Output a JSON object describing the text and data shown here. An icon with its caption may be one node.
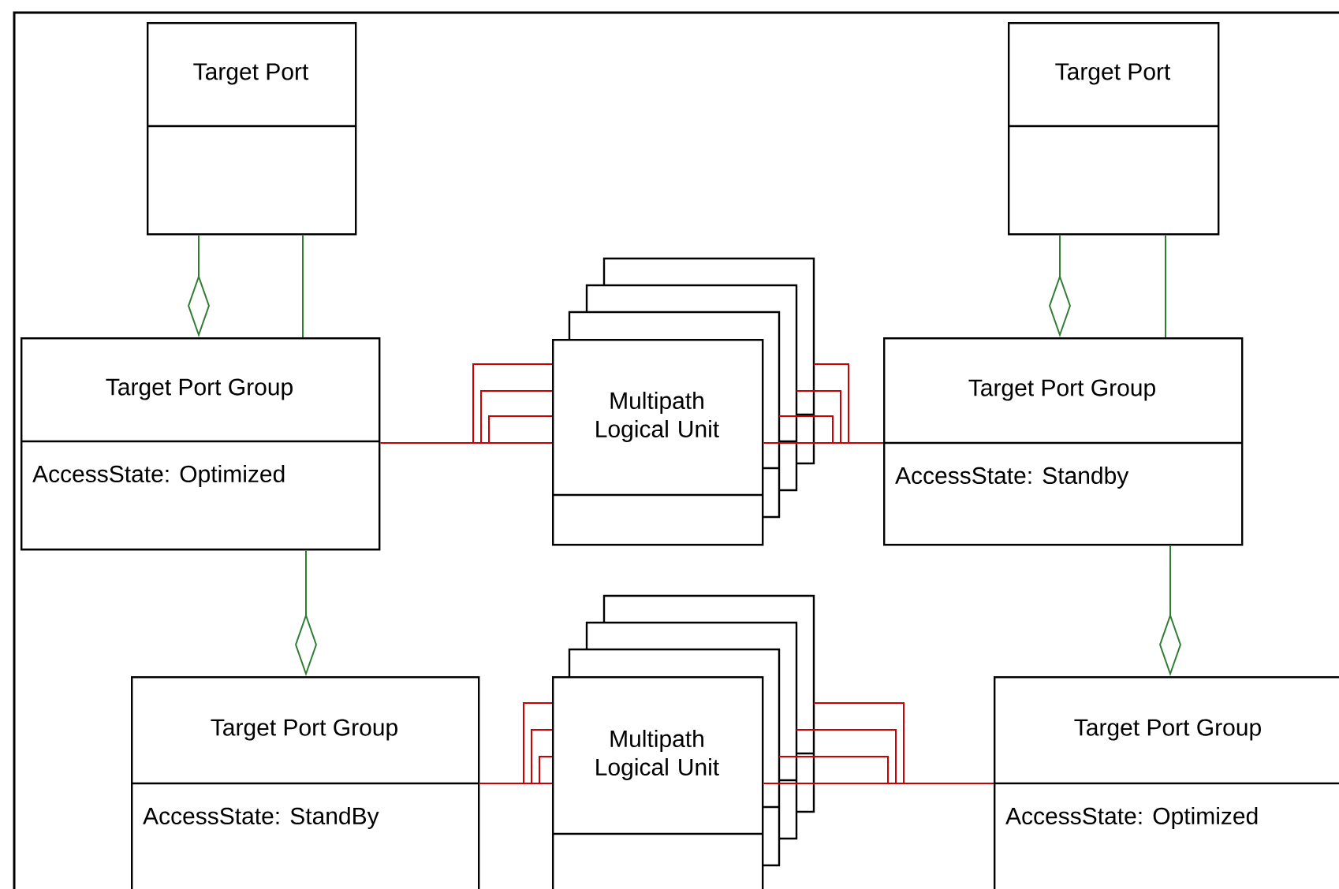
{
  "diagram": {
    "nodes": [
      {
        "text": [
          "Target Port"
        ]
      },
      {
        "text": [
          "Target Port"
        ]
      },
      {
        "text": [
          "Target Port Group",
          "AccessState: Optimized"
        ]
      },
      {
        "text": [
          "Multipath Logical Unit"
        ]
      },
      {
        "text": [
          "Target Port Group",
          "AccessState: Standby"
        ]
      },
      {
        "text": [
          "Target Port Group",
          "AccessState: StandBy"
        ]
      },
      {
        "text": [
          "Multipath Logical Unit"
        ]
      },
      {
        "text": [
          "Target Port Group",
          "AccessState: Optimized"
        ]
      }
    ],
    "edges": [
      {
        "from": 0,
        "to": 2,
        "arrow": "other"
      },
      {
        "from": 0,
        "to": 2,
        "arrow": "none"
      },
      {
        "from": 1,
        "to": 4,
        "arrow": "other"
      },
      {
        "from": 1,
        "to": 4,
        "arrow": "none"
      },
      {
        "from": 2,
        "to": 5,
        "arrow": "other"
      },
      {
        "from": 4,
        "to": 7,
        "arrow": "other"
      },
      {
        "from": 2,
        "to": 3,
        "arrow": "none",
        "color": "#cc0000"
      },
      {
        "from": 3,
        "to": 4,
        "arrow": "none",
        "color": "#cc0000"
      },
      {
        "from": 5,
        "to": 6,
        "arrow": "none",
        "color": "#cc0000"
      },
      {
        "from": 6,
        "to": 7,
        "arrow": "none",
        "color": "#cc0000"
      }
    ]
  }
}
